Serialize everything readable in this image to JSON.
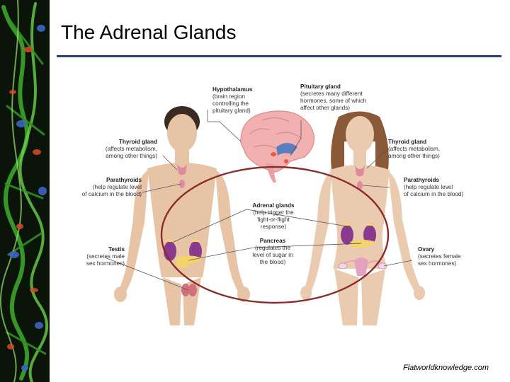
{
  "slide": {
    "title": "The Adrenal Glands",
    "credit": "Flatworldknowledge.com"
  },
  "labels": {
    "hypothalamus": {
      "name": "Hypothalamus",
      "desc": [
        "(brain region",
        "controlling the",
        "pituitary gland)"
      ]
    },
    "pituitary": {
      "name": "Pituitary gland",
      "desc": [
        "(secretes many different",
        "hormones, some of which",
        "affect other glands)"
      ]
    },
    "thyroid_left": {
      "name": "Thyroid gland",
      "desc": [
        "(affects metabolism,",
        "among other things)"
      ]
    },
    "thyroid_right": {
      "name": "Thyroid gland",
      "desc": [
        "(affects metabolism,",
        "among other things)"
      ]
    },
    "parathyroids_left": {
      "name": "Parathyroids",
      "desc": [
        "(help regulate level",
        "of calcium in the blood)"
      ]
    },
    "parathyroids_right": {
      "name": "Parathyroids",
      "desc": [
        "(help regulate level",
        "of calcium in the blood)"
      ]
    },
    "adrenal": {
      "name": "Adrenal glands",
      "desc": [
        "(help trigger the",
        "fight-or-flight",
        "response)"
      ]
    },
    "pancreas": {
      "name": "Pancreas",
      "desc": [
        "(regulates the",
        "level of sugar in",
        "the blood)"
      ]
    },
    "testis": {
      "name": "Testis",
      "desc": [
        "(secretes male",
        "sex hormones)"
      ]
    },
    "ovary": {
      "name": "Ovary",
      "desc": [
        "(secretes female",
        "sex hormones)"
      ]
    }
  },
  "colors": {
    "title_rule": "#2b3f7a",
    "skin_male": "#e7c4a6",
    "skin_female": "#ebcbb0",
    "hair_male": "#3a2a22",
    "hair_female": "#8a5a38",
    "oval": "#8b2b2b",
    "gland_purple": "#8a3a8e",
    "gland_yellow": "#f3d36a",
    "gland_pink": "#e08aa0",
    "brain": "#f2b0b0"
  }
}
